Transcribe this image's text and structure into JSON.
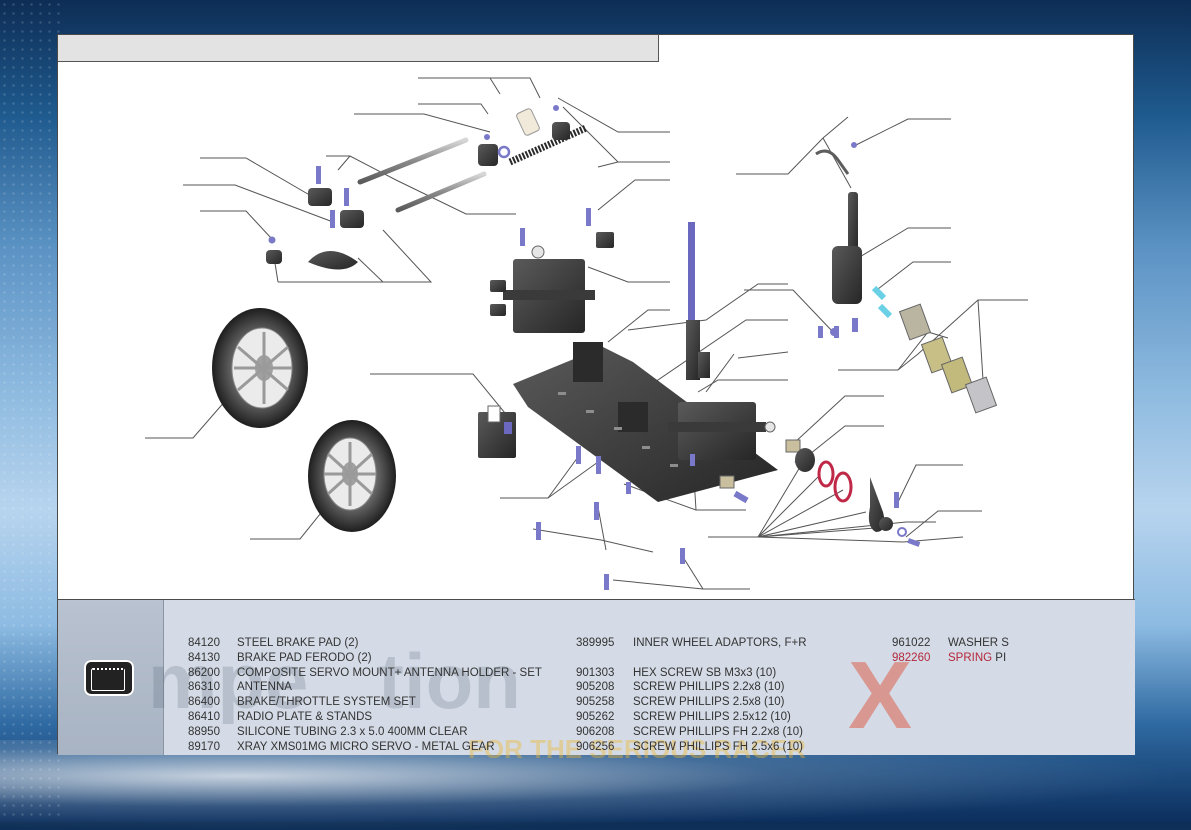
{
  "colors": {
    "panel_border": "#4a4a4a",
    "title_bar": "#e3e3e3",
    "footer": "#d4dbe6",
    "parts_metal": "#3c3c3c",
    "screws": "#7a78c8",
    "silicone": "#6ad0e6",
    "red_parts": "#c02848",
    "highlight_text": "#b5283b"
  },
  "footer": {
    "icon": "parts-bag-icon",
    "parts": [
      [
        {
          "code": "84120",
          "name": "STEEL BRAKE PAD (2)"
        },
        {
          "code": "84130",
          "name": "BRAKE PAD FERODO (2)"
        },
        {
          "code": "86200",
          "name": "COMPOSITE SERVO MOUNT+ ANTENNA HOLDER - SET"
        },
        {
          "code": "86310",
          "name": "ANTENNA"
        },
        {
          "code": "86400",
          "name": "BRAKE/THROTTLE SYSTEM SET"
        },
        {
          "code": "86410",
          "name": "RADIO PLATE & STANDS"
        },
        {
          "code": "88950",
          "name": "SILICONE TUBING 2.3 x 5.0  400MM CLEAR"
        },
        {
          "code": "89170",
          "name": "XRAY XMS01MG MICRO SERVO - METAL GEAR"
        }
      ],
      [
        {
          "code": "389995",
          "name": "INNER WHEEL ADAPTORS, F+R"
        },
        {
          "code": "",
          "name": ""
        },
        {
          "code": "901303",
          "name": "HEX SCREW SB M3x3  (10)"
        },
        {
          "code": "905208",
          "name": "SCREW PHILLIPS 2.2x8  (10)"
        },
        {
          "code": "905258",
          "name": "SCREW PHILLIPS 2.5x8  (10)"
        },
        {
          "code": "905262",
          "name": "SCREW PHILLIPS 2.5x12  (10)"
        },
        {
          "code": "906208",
          "name": "SCREW PHILLIPS FH 2.2x8  (10)"
        },
        {
          "code": "906256",
          "name": "SCREW PHILLIPS FH 2.5x6  (10)"
        }
      ],
      [
        {
          "code": "961022",
          "name": "WASHER S"
        },
        {
          "code": "982260",
          "name": "SPRING",
          "name_suffix": " PI"
        }
      ]
    ]
  },
  "watermark": {
    "line1_a": "mpe",
    "line1_b": "tion",
    "line1_x": "X",
    "line2": "FOR THE SERIOUS RACER"
  }
}
